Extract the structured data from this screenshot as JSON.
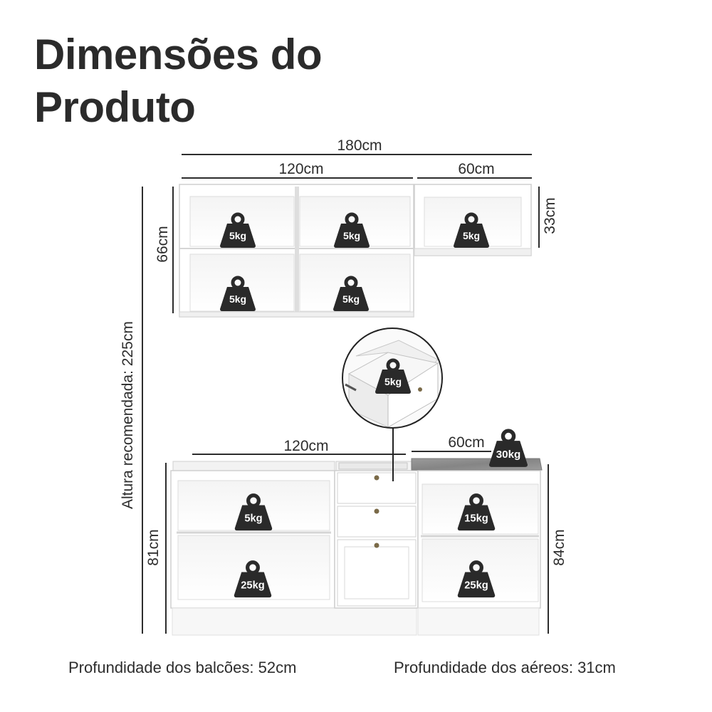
{
  "title": {
    "line1": "Dimensões do",
    "line2": "Produto"
  },
  "dimensions": {
    "total_width": "180cm",
    "upper_left_width": "120cm",
    "upper_right_width": "60cm",
    "upper_left_height": "66cm",
    "upper_right_height": "33cm",
    "recommended_height": "Altura recomendada: 225cm",
    "lower_left_width": "120cm",
    "lower_right_width": "60cm",
    "lower_left_height": "81cm",
    "lower_right_height": "84cm"
  },
  "weights": {
    "upper_left_top_a": "5kg",
    "upper_left_top_b": "5kg",
    "upper_right": "5kg",
    "upper_left_bottom_a": "5kg",
    "upper_left_bottom_b": "5kg",
    "drawer_detail": "5kg",
    "countertop": "30kg",
    "lower_left_shelf": "5kg",
    "lower_left_base": "25kg",
    "lower_right_shelf": "15kg",
    "lower_right_base": "25kg"
  },
  "footer": {
    "base_depth": "Profundidade dos balcões: 52cm",
    "upper_depth": "Profundidade dos aéreos: 31cm"
  },
  "colors": {
    "weight_icon": "#2a2a2a",
    "countertop": "#8c8c8c",
    "cabinet": "#ffffff",
    "outline": "#cfcfcf"
  }
}
